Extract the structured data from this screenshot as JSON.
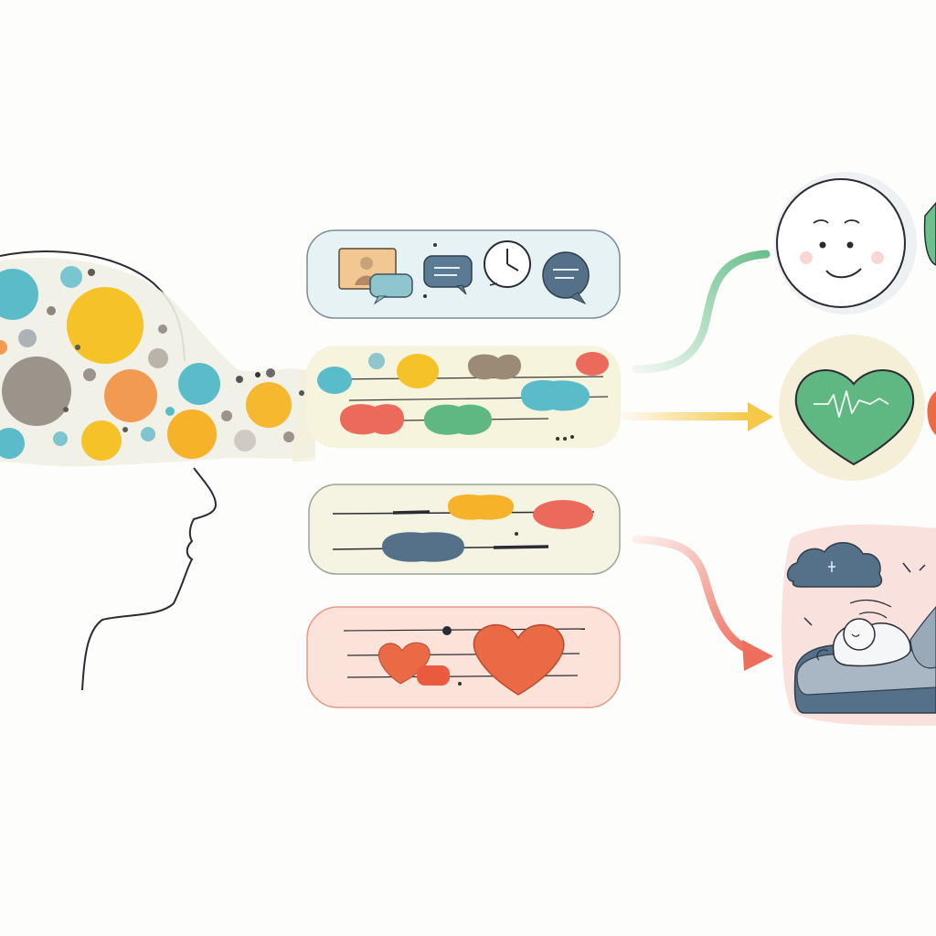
{
  "colors": {
    "background": "#fdfdfc",
    "outline": "#2b2b33",
    "teal": "#5bbcc9",
    "yellow": "#f5c227",
    "orange": "#f29a52",
    "gray": "#9a948a",
    "red": "#ec6a5c",
    "green": "#5fb882",
    "navy": "#557089",
    "coral": "#ea6a46",
    "green_arrow": "#6cc08b",
    "yellow_arrow": "#f6c84a",
    "red_arrow": "#ee6e5e"
  },
  "panels": [
    {
      "id": "communication",
      "fill": "#e6f2f3",
      "stroke": "#7a8e93"
    },
    {
      "id": "mixed-thoughts",
      "fill": "#f7f3dc",
      "stroke": "#d8d1b4"
    },
    {
      "id": "stress-signals",
      "fill": "#f5f3e2",
      "stroke": "#9aa596"
    },
    {
      "id": "love-feelings",
      "fill": "#fbe3da",
      "stroke": "#e99a86"
    }
  ],
  "outcomes": [
    {
      "id": "happy-face",
      "arrow": "green"
    },
    {
      "id": "healthy-heart",
      "arrow": "yellow"
    },
    {
      "id": "restful-sleep",
      "arrow": "red"
    }
  ],
  "icons": [
    "head-profile-icon",
    "photo-frame-icon",
    "chat-bubble-icon",
    "clock-icon",
    "smiley-face-icon",
    "heartbeat-heart-icon",
    "cloud-icon",
    "sleeping-person-icon"
  ]
}
